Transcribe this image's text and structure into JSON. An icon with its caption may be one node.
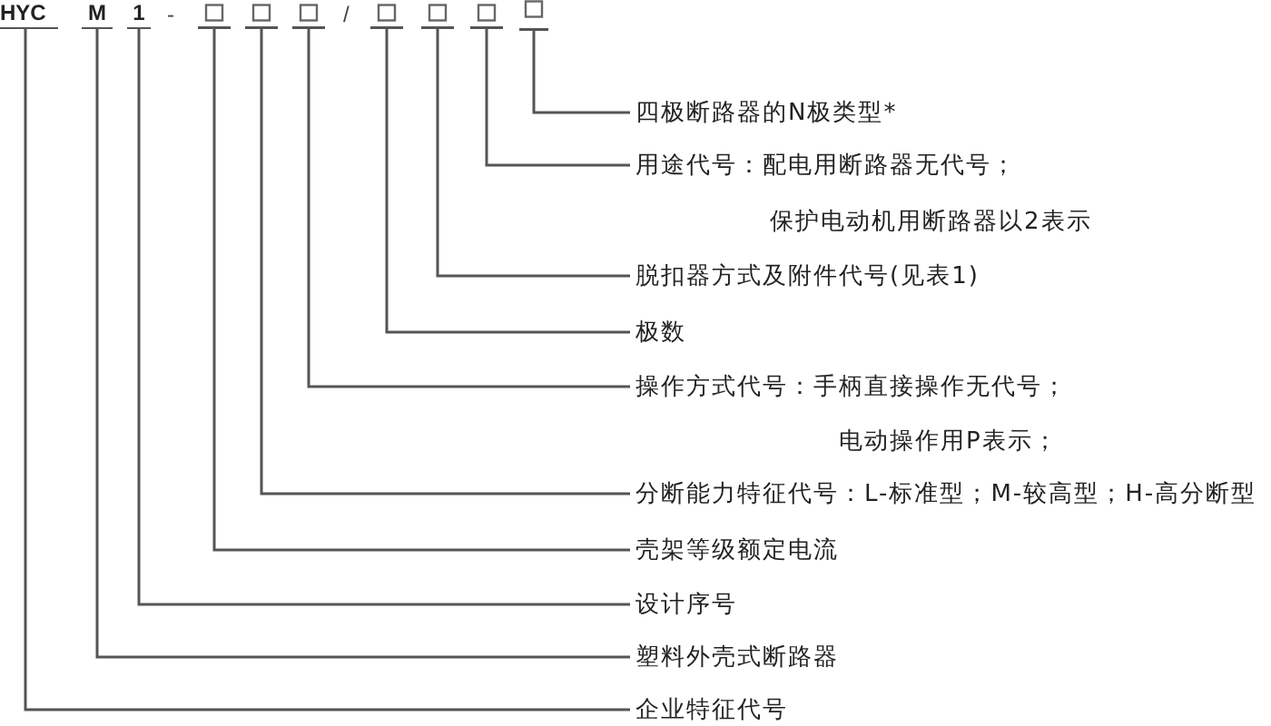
{
  "diagram": {
    "nodes": [
      {
        "text": [
          "HYC"
        ]
      },
      {
        "text": [
          "M"
        ]
      },
      {
        "text": [
          "1"
        ]
      },
      {
        "text": [],
        "shape": "box"
      },
      {
        "text": [],
        "shape": "box"
      },
      {
        "text": [],
        "shape": "box"
      },
      {
        "text": [],
        "shape": "box"
      },
      {
        "text": [],
        "shape": "box"
      },
      {
        "text": [],
        "shape": "box"
      },
      {
        "text": [],
        "shape": "box"
      },
      {
        "text": [
          "四极断路器的N极类型*"
        ]
      },
      {
        "text": [
          "用途代号：配电用断路器无代号；",
          "保护电动机用断路器以2表示"
        ]
      },
      {
        "text": [
          "脱扣器方式及附件代号(见表1)"
        ]
      },
      {
        "text": [
          "极数"
        ]
      },
      {
        "text": [
          "操作方式代号：手柄直接操作无代号；",
          "电动操作用P表示；"
        ]
      },
      {
        "text": [
          "分断能力特征代号：L-标准型；M-较高型；H-高分断型"
        ]
      },
      {
        "text": [
          "壳架等级额定电流"
        ]
      },
      {
        "text": [
          "设计序号"
        ]
      },
      {
        "text": [
          "塑料外壳式断路器"
        ]
      },
      {
        "text": [
          "企业特征代号"
        ]
      }
    ],
    "edges": [
      {
        "from": 0,
        "to": 19,
        "arrow": "none"
      },
      {
        "from": 1,
        "to": 18,
        "arrow": "none"
      },
      {
        "from": 2,
        "to": 17,
        "arrow": "none"
      },
      {
        "from": 3,
        "to": 16,
        "arrow": "none"
      },
      {
        "from": 4,
        "to": 15,
        "arrow": "none"
      },
      {
        "from": 5,
        "to": 14,
        "arrow": "none"
      },
      {
        "from": 6,
        "to": 13,
        "arrow": "none"
      },
      {
        "from": 7,
        "to": 12,
        "arrow": "none"
      },
      {
        "from": 8,
        "to": 11,
        "arrow": "none"
      },
      {
        "from": 9,
        "to": 10,
        "arrow": "none"
      }
    ],
    "labels": [
      "-",
      "/"
    ]
  }
}
